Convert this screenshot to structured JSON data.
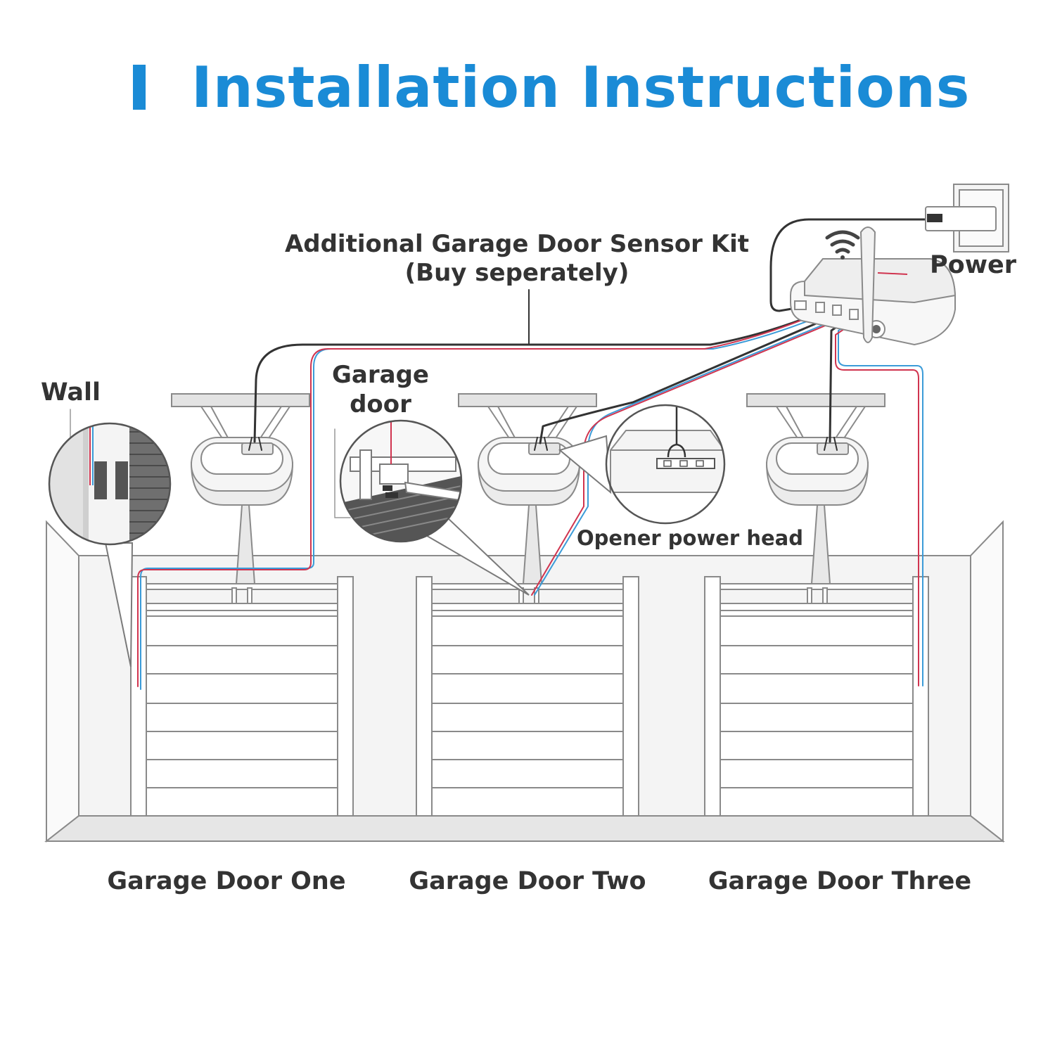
{
  "title": "Installation Instructions",
  "labels": {
    "kit_line1": "Additional Garage Door Sensor Kit",
    "kit_line2": "(Buy seperately)",
    "power": "Power",
    "wall": "Wall",
    "garage_door_line1": "Garage",
    "garage_door_line2": "door",
    "opener": "Opener power head"
  },
  "doors": [
    {
      "name": "Garage Door One"
    },
    {
      "name": "Garage Door Two"
    },
    {
      "name": "Garage Door Three"
    }
  ],
  "colors": {
    "accent": "#1a8bd6",
    "wire_red": "#d0344f",
    "wire_blue": "#3b9bd8",
    "wire_black": "#333333",
    "line_gray": "#7a7a7a"
  }
}
